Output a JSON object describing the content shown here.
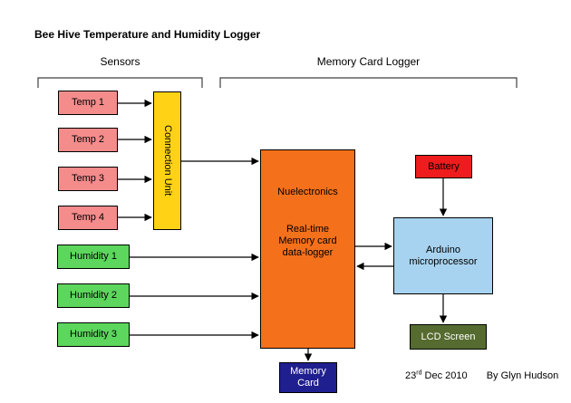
{
  "title": "Bee Hive Temperature and Humidity Logger",
  "groups": {
    "sensors": "Sensors",
    "memory_card_logger": "Memory Card Logger"
  },
  "nodes": {
    "temp1": "Temp 1",
    "temp2": "Temp 2",
    "temp3": "Temp 3",
    "temp4": "Temp 4",
    "humidity1": "Humidity 1",
    "humidity2": "Humidity 2",
    "humidity3": "Humidity 3",
    "connection_unit": "Connection Unit",
    "datalogger": {
      "line1": "Nuelectronics",
      "line2": "Real-time",
      "line3": "Memory card",
      "line4": "data-logger"
    },
    "battery": "Battery",
    "arduino": {
      "line1": "Arduino",
      "line2": "microprocessor"
    },
    "lcd_screen": "LCD Screen",
    "memory_card": {
      "line1": "Memory",
      "line2": "Card"
    }
  },
  "footer": {
    "date_num": "23",
    "date_suffix": "rd",
    "date_rest": " Dec 2010",
    "byline": "By Glyn Hudson"
  },
  "colors": {
    "temp_box": "#f48c8c",
    "humidity_box": "#5cd65c",
    "connection_unit": "#ffd215",
    "datalogger": "#f4701b",
    "battery": "#ee1c1c",
    "arduino": "#a8d3f0",
    "lcd_screen": "#556b2f",
    "memory_card": "#201f8f"
  }
}
